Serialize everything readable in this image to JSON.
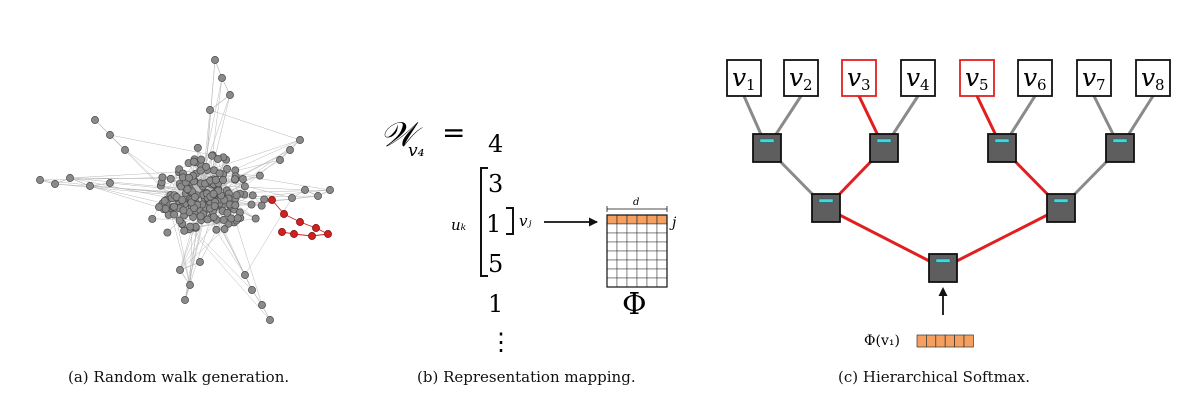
{
  "captions": {
    "a": "(a) Random walk generation.",
    "b": "(b) Representation mapping.",
    "c": "(c) Hierarchical Softmax."
  },
  "walk": {
    "label_main": "𝒲",
    "label_sub": "v₄",
    "equals": "=",
    "sequence": [
      "4",
      "3",
      "1",
      "5",
      "1"
    ],
    "dots": "⋮",
    "uk_label": "uₖ",
    "vj_label": "vⱼ",
    "d_label": "d",
    "j_label": "j",
    "phi_label": "Φ"
  },
  "tree": {
    "leaves": [
      {
        "label": "v",
        "sub": "1",
        "highlight": false
      },
      {
        "label": "v",
        "sub": "2",
        "highlight": false
      },
      {
        "label": "v",
        "sub": "3",
        "highlight": true
      },
      {
        "label": "v",
        "sub": "4",
        "highlight": false
      },
      {
        "label": "v",
        "sub": "5",
        "highlight": true
      },
      {
        "label": "v",
        "sub": "6",
        "highlight": false
      },
      {
        "label": "v",
        "sub": "7",
        "highlight": false
      },
      {
        "label": "v",
        "sub": "8",
        "highlight": false
      }
    ],
    "input_label": "Φ(v₁)"
  },
  "colors": {
    "node": "#8a8a8a",
    "walk": "#d02020",
    "edge": "#b8b8b8",
    "tree_edge": "#8a8a8a",
    "path": "#e02020",
    "accent_orange": "#f5a060",
    "cyan": "#40d8e0",
    "box": "#5e5e5e"
  }
}
